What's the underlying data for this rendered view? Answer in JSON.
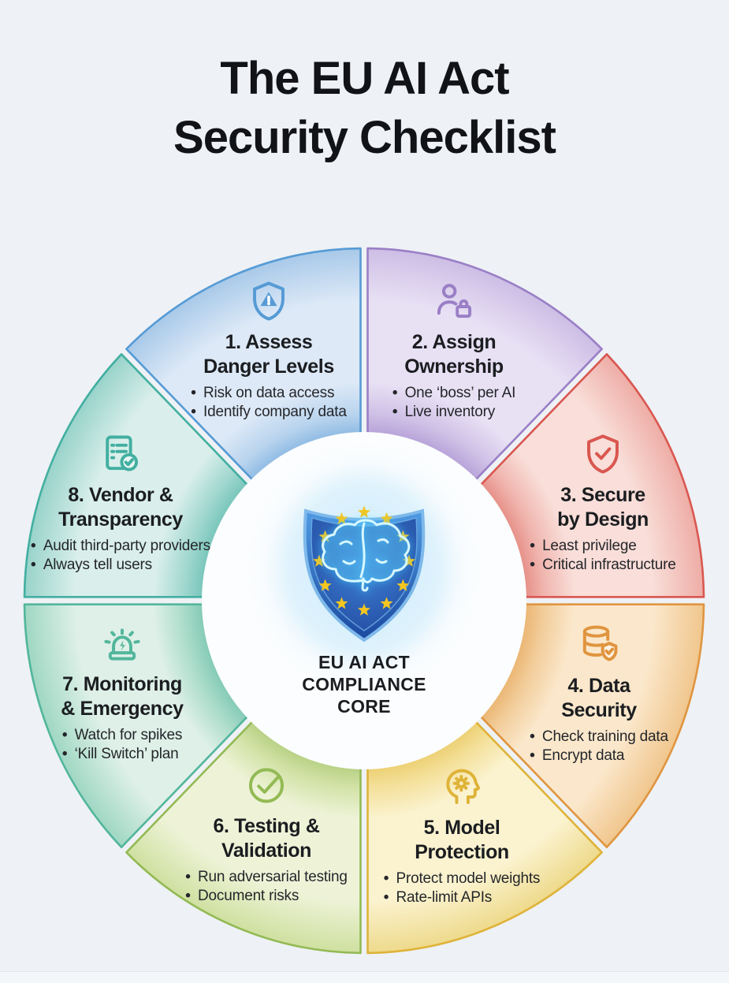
{
  "title": "The EU AI Act\nSecurity Checklist",
  "center": {
    "label": "EU AI ACT\nCOMPLIANCE\nCORE",
    "icon": "eu-shield-brain-icon",
    "shield_colors": {
      "top": "#4f9be4",
      "bottom": "#1b49a0",
      "bevel": "#7fb9ea",
      "star": "#f4c61f",
      "brain_glow": "#3ed0ff"
    }
  },
  "background_color": "#eef1f5",
  "segments": [
    {
      "id": "1",
      "title": "1. Assess\nDanger Levels",
      "bullets": [
        "Risk on data access",
        "Identify company data"
      ],
      "icon": "shield-alert-icon",
      "colors": {
        "main": "#569bd5",
        "band": "#79aede",
        "mid": "#b9d4ee",
        "light": "#dde9f7",
        "rim": "#a8c9e9"
      }
    },
    {
      "id": "2",
      "title": "2. Assign\nOwnership",
      "bullets": [
        "One ‘boss’ per AI",
        "Live inventory"
      ],
      "icon": "user-lock-icon",
      "colors": {
        "main": "#9a7fc6",
        "band": "#ab93d1",
        "mid": "#cfc0e6",
        "light": "#e8e1f4",
        "rim": "#cdbde5"
      }
    },
    {
      "id": "3",
      "title": "3. Secure\nby Design",
      "bullets": [
        "Least privilege",
        "Critical infrastructure"
      ],
      "icon": "shield-check-icon",
      "colors": {
        "main": "#d95750",
        "band": "#e07b72",
        "mid": "#f0b5ae",
        "light": "#f9ded9",
        "rim": "#eeada6"
      }
    },
    {
      "id": "4",
      "title": "4. Data\nSecurity",
      "bullets": [
        "Check training data",
        "Encrypt data"
      ],
      "icon": "database-shield-icon",
      "colors": {
        "main": "#e0953f",
        "band": "#e7a95d",
        "mid": "#f2cd9b",
        "light": "#fbe8cc",
        "rim": "#f0c68d"
      }
    },
    {
      "id": "5",
      "title": "5. Model\nProtection",
      "bullets": [
        "Protect model weights",
        "Rate-limit APIs"
      ],
      "icon": "head-gear-icon",
      "colors": {
        "main": "#dfb338",
        "band": "#e8c75e",
        "mid": "#f4e09a",
        "light": "#fbf3d0",
        "rim": "#eeda8c"
      }
    },
    {
      "id": "6",
      "title": "6. Testing &\nValidation",
      "bullets": [
        "Run adversarial testing",
        "Document risks"
      ],
      "icon": "check-circle-icon",
      "colors": {
        "main": "#93ba54",
        "band": "#a8c771",
        "mid": "#d2e2a6",
        "light": "#eef3d8",
        "rim": "#cfe0a0"
      }
    },
    {
      "id": "7",
      "title": "7. Monitoring\n& Emergency",
      "bullets": [
        "Watch for spikes",
        "‘Kill Switch’ plan"
      ],
      "icon": "siren-icon",
      "colors": {
        "main": "#52b69b",
        "band": "#6fc1ab",
        "mid": "#a9dbc9",
        "light": "#def0e8",
        "rim": "#9fd7c3"
      }
    },
    {
      "id": "8",
      "title": "8. Vendor &\nTransparency",
      "bullets": [
        "Audit third-party providers",
        "Always tell users"
      ],
      "icon": "checklist-icon",
      "colors": {
        "main": "#42afa1",
        "band": "#63bcb0",
        "mid": "#a0d7cf",
        "light": "#daefeb",
        "rim": "#98d3ca"
      }
    }
  ]
}
